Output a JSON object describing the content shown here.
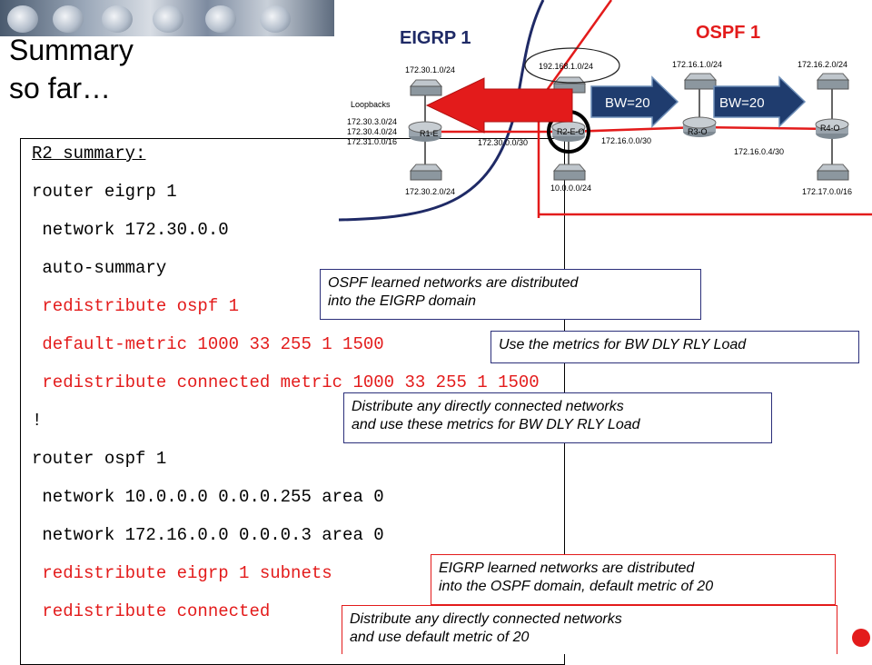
{
  "slide": {
    "title_lines": [
      "Summary",
      "so far…"
    ]
  },
  "code_lines": [
    {
      "text": "R2 summary:",
      "color": "black",
      "underline": true
    },
    {
      "text": "router eigrp 1",
      "color": "black"
    },
    {
      "text": " network 172.30.0.0",
      "color": "black"
    },
    {
      "text": " auto-summary",
      "color": "black"
    },
    {
      "text": " redistribute ospf 1",
      "color": "red"
    },
    {
      "text": " default-metric 1000 33 255 1 1500",
      "color": "red"
    },
    {
      "text": " redistribute connected metric 1000 33 255 1 1500",
      "color": "red"
    },
    {
      "text": "!",
      "color": "black"
    },
    {
      "text": "router ospf 1",
      "color": "black"
    },
    {
      "text": " network 10.0.0.0 0.0.0.255 area 0",
      "color": "black"
    },
    {
      "text": " network 172.16.0.0 0.0.0.3 area 0",
      "color": "black"
    },
    {
      "text": " redistribute eigrp 1 subnets",
      "color": "red"
    },
    {
      "text": " redistribute connected",
      "color": "red"
    }
  ],
  "notes": {
    "ospf_into_eigrp": [
      "OSPF learned networks are distributed",
      "into the EIGRP domain"
    ],
    "metrics": [
      "Use the metrics for BW DLY RLY Load"
    ],
    "connected_eigrp": [
      "Distribute any directly connected networks",
      "and use these metrics for BW DLY RLY Load"
    ],
    "eigrp_into_ospf": [
      "EIGRP learned networks are distributed",
      "into the OSPF domain, default metric of 20"
    ],
    "connected_ospf": [
      "Distribute any directly connected networks",
      "and use default metric of 20"
    ]
  },
  "diagram": {
    "eigrp_label": "EIGRP 1",
    "ospf_label": "OSPF 1",
    "loopbacks_label": "Loopbacks",
    "loopback_networks": [
      "172.30.3.0/24",
      "172.30.4.0/24",
      "172.31.0.0/16"
    ],
    "routers": {
      "r1": "R1-E",
      "r2": "R2-E-O",
      "r3": "R3-O",
      "r4": "R4-O"
    },
    "networks": {
      "n_172_30_1": "172.30.1.0/24",
      "n_192_168_1": "192.168.1.0/24",
      "n_172_16_1": "172.16.1.0/24",
      "n_172_16_2": "172.16.2.0/24",
      "n_172_30_2": "172.30.2.0/24",
      "n_172_30_0": "172.30.0.0/30",
      "n_10_0_0": "10.0.0.0/24",
      "n_172_16_0": "172.16.0.0/30",
      "n_172_16_0_4": "172.16.0.4/30",
      "n_172_17_0": "172.17.0.0/16"
    },
    "bw_labels": [
      "BW=20",
      "BW=20"
    ],
    "colors": {
      "eigrp": "#1f2a66",
      "ospf": "#e31b1b",
      "bw_arrow": "#1f3c6e"
    }
  }
}
